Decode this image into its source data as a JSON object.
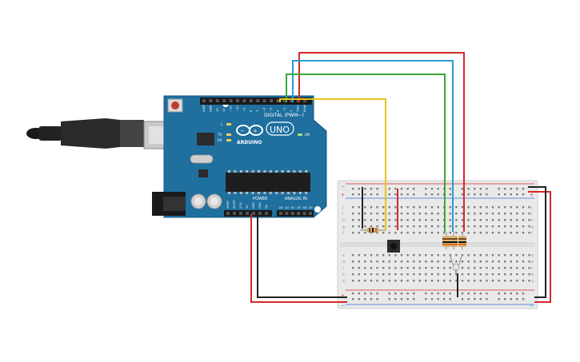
{
  "board": {
    "name": "UNO",
    "brand": "ARDUINO",
    "digital_label": "DIGITAL (PWM~)",
    "power_label": "POWER",
    "analog_label": "ANALOG IN",
    "led_l": "L",
    "led_tx": "TX",
    "led_rx": "RX",
    "on_label": "ON",
    "digital_pins": [
      "AREF",
      "GND",
      "13",
      "12",
      "~11",
      "~10",
      "~9",
      "8",
      "7",
      "~6",
      "~5",
      "4",
      "~3",
      "2",
      "TX▸1",
      "RX◂0"
    ],
    "power_pins": [
      "IOREF",
      "RESET",
      "3.3V",
      "5V",
      "GND",
      "GND",
      "Vin"
    ],
    "analog_pins": [
      "A0",
      "A1",
      "A2",
      "A3",
      "A4",
      "A5"
    ]
  },
  "breadboard": {
    "row_letters_top": [
      "a",
      "b",
      "c",
      "d",
      "e"
    ],
    "row_letters_bottom": [
      "f",
      "g",
      "h",
      "i",
      "j"
    ],
    "plus": "+",
    "minus": "−"
  },
  "colors": {
    "board_blue": "#1f6f9f",
    "wire_red": "#d62828",
    "wire_blue": "#2b9ad8",
    "wire_green": "#3aa83a",
    "wire_yellow": "#e8c31a",
    "wire_black": "#222222"
  },
  "icons": [
    "usb-cable-icon",
    "reset-button-icon",
    "arduino-logo-icon",
    "pushbutton-icon",
    "resistor-icon",
    "led-icon"
  ]
}
